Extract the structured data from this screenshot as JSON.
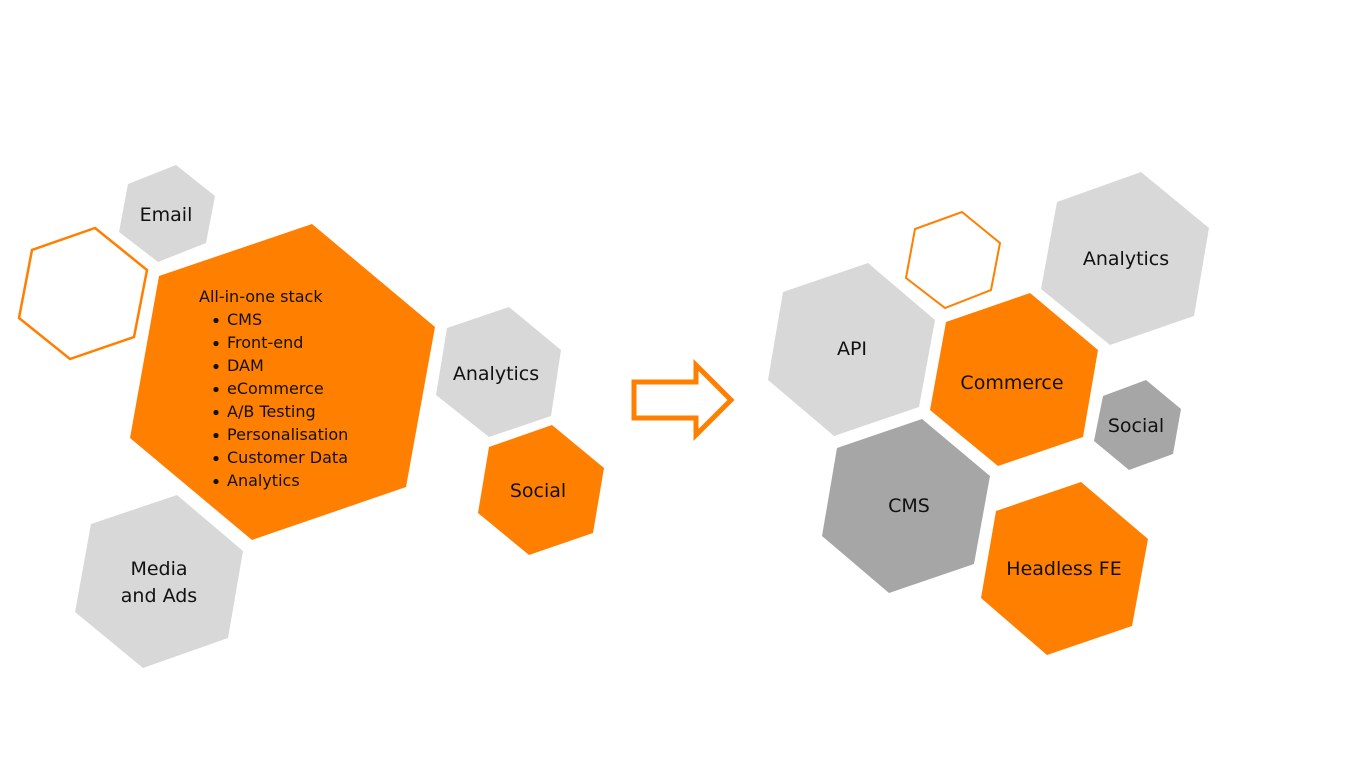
{
  "colors": {
    "orange": "#ff7f00",
    "light_gray": "#d8d8d8",
    "dark_gray": "#a6a6a6",
    "outline_orange": "#ff7f00",
    "text": "#111111"
  },
  "left": {
    "email": "Email",
    "analytics": "Analytics",
    "social": "Social",
    "media_line1": "Media",
    "media_line2": "and Ads",
    "stack": {
      "title": "All-in-one stack",
      "items": [
        "CMS",
        "Front-end",
        "DAM",
        "eCommerce",
        "A/B Testing",
        "Personalisation",
        "Customer Data",
        "Analytics"
      ]
    }
  },
  "right": {
    "api": "API",
    "analytics": "Analytics",
    "commerce": "Commerce",
    "social": "Social",
    "cms": "CMS",
    "headless": "Headless FE"
  },
  "arrow": {
    "icon": "right-arrow-icon"
  }
}
